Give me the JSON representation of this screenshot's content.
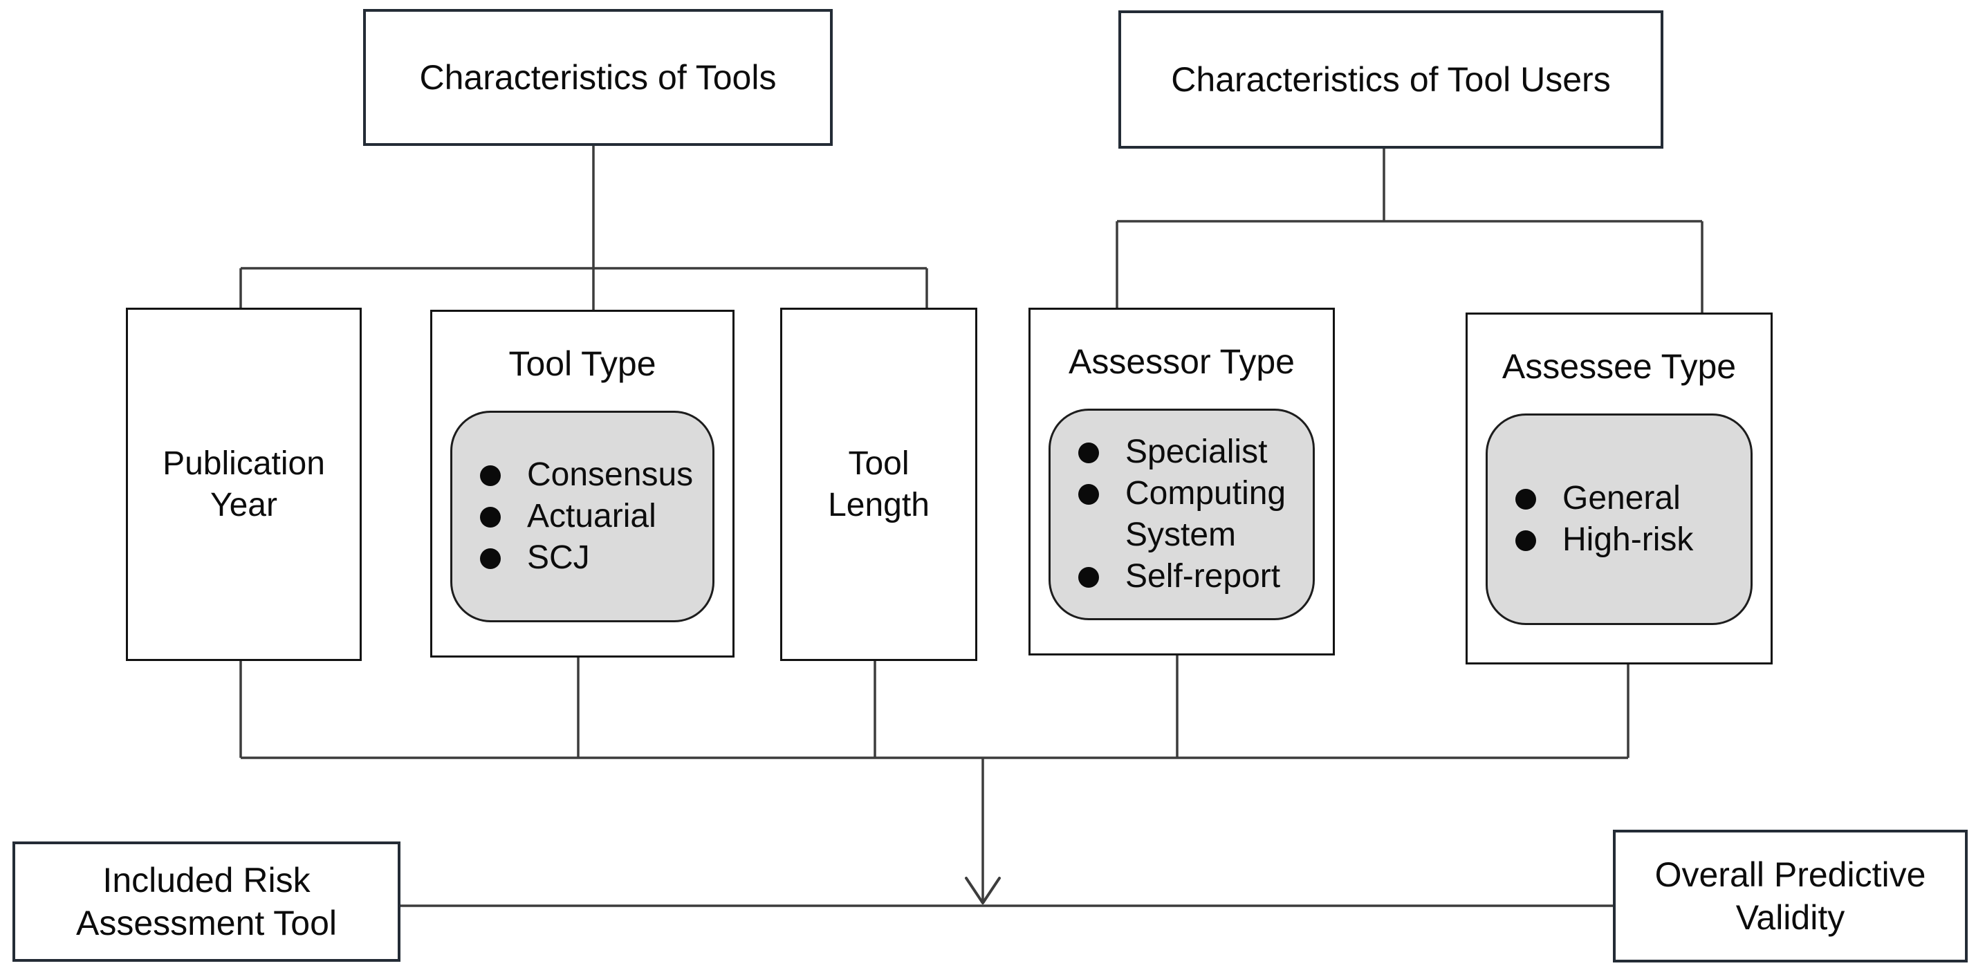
{
  "diagram": {
    "tools": {
      "label": "Characteristics of Tools"
    },
    "users": {
      "label": "Characteristics of Tool Users"
    },
    "publication_year": {
      "label": "Publication Year"
    },
    "tool_type": {
      "title": "Tool Type",
      "items": [
        "Consensus",
        "Actuarial",
        "SCJ"
      ]
    },
    "tool_length": {
      "label": "Tool Length"
    },
    "assessor_type": {
      "title": "Assessor Type",
      "items": [
        "Specialist",
        "Computing System",
        "Self-report"
      ]
    },
    "assessee_type": {
      "title": "Assessee Type",
      "items": [
        "General",
        "High-risk"
      ]
    },
    "included_tool": {
      "label": "Included Risk Assessment Tool"
    },
    "overall_validity": {
      "label": "Overall Predictive Validity"
    }
  },
  "colors": {
    "background": "#ffffff",
    "outer_box_border": "#242c36",
    "inner_box_border": "#131313",
    "panel_fill": "#dbdbdb",
    "panel_border": "#1d1d1d",
    "connector_line": "#3c3c3c",
    "text": "#0c0c0c",
    "bullet": "#0a0a0a"
  }
}
